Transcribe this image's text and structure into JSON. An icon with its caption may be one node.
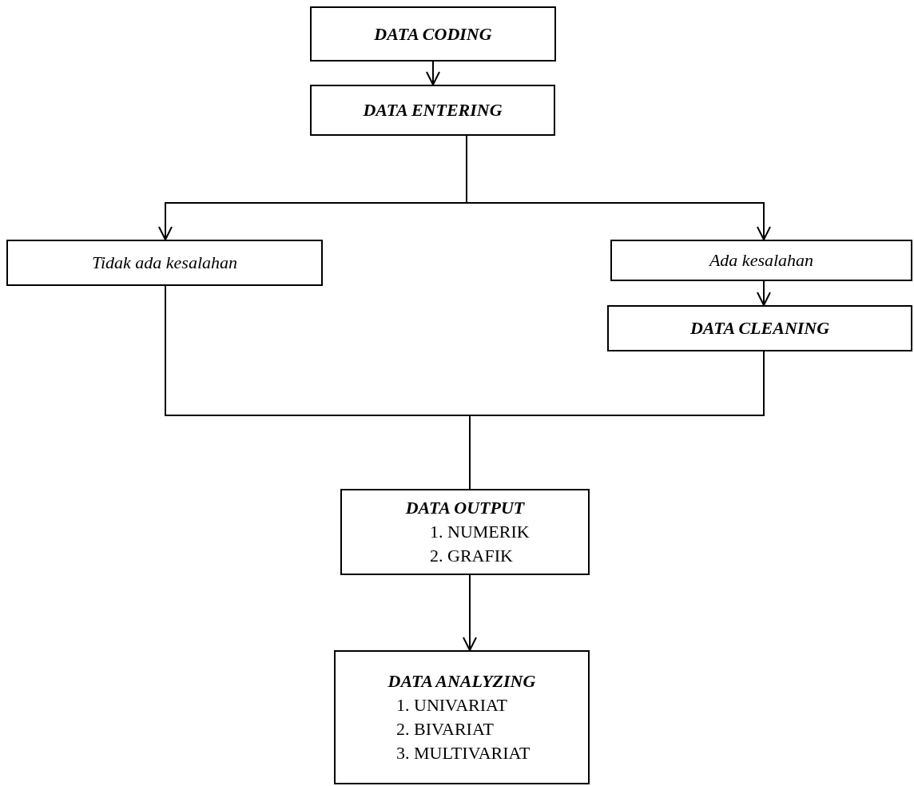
{
  "diagram": {
    "nodes": [
      {
        "text": [
          "DATA CODING"
        ]
      },
      {
        "text": [
          "DATA ENTERING"
        ]
      },
      {
        "text": [
          "Tidak ada kesalahan"
        ]
      },
      {
        "text": [
          "Ada kesalahan"
        ]
      },
      {
        "text": [
          "DATA CLEANING"
        ]
      },
      {
        "text": [
          "DATA OUTPUT",
          "1. NUMERIK",
          "2. GRAFIK"
        ]
      },
      {
        "text": [
          "DATA ANALYZING",
          "1. UNIVARIAT",
          "2. BIVARIAT",
          "3. MULTIVARIAT"
        ]
      }
    ],
    "edges": [
      {
        "from": 0,
        "to": 1,
        "arrow": "to"
      },
      {
        "from": 1,
        "to": 2,
        "arrow": "to"
      },
      {
        "from": 1,
        "to": 3,
        "arrow": "to"
      },
      {
        "from": 3,
        "to": 4,
        "arrow": "to"
      },
      {
        "from": 2,
        "to": 5,
        "arrow": "none"
      },
      {
        "from": 4,
        "to": 5,
        "arrow": "none"
      },
      {
        "from": 5,
        "to": 6,
        "arrow": "to"
      }
    ]
  }
}
